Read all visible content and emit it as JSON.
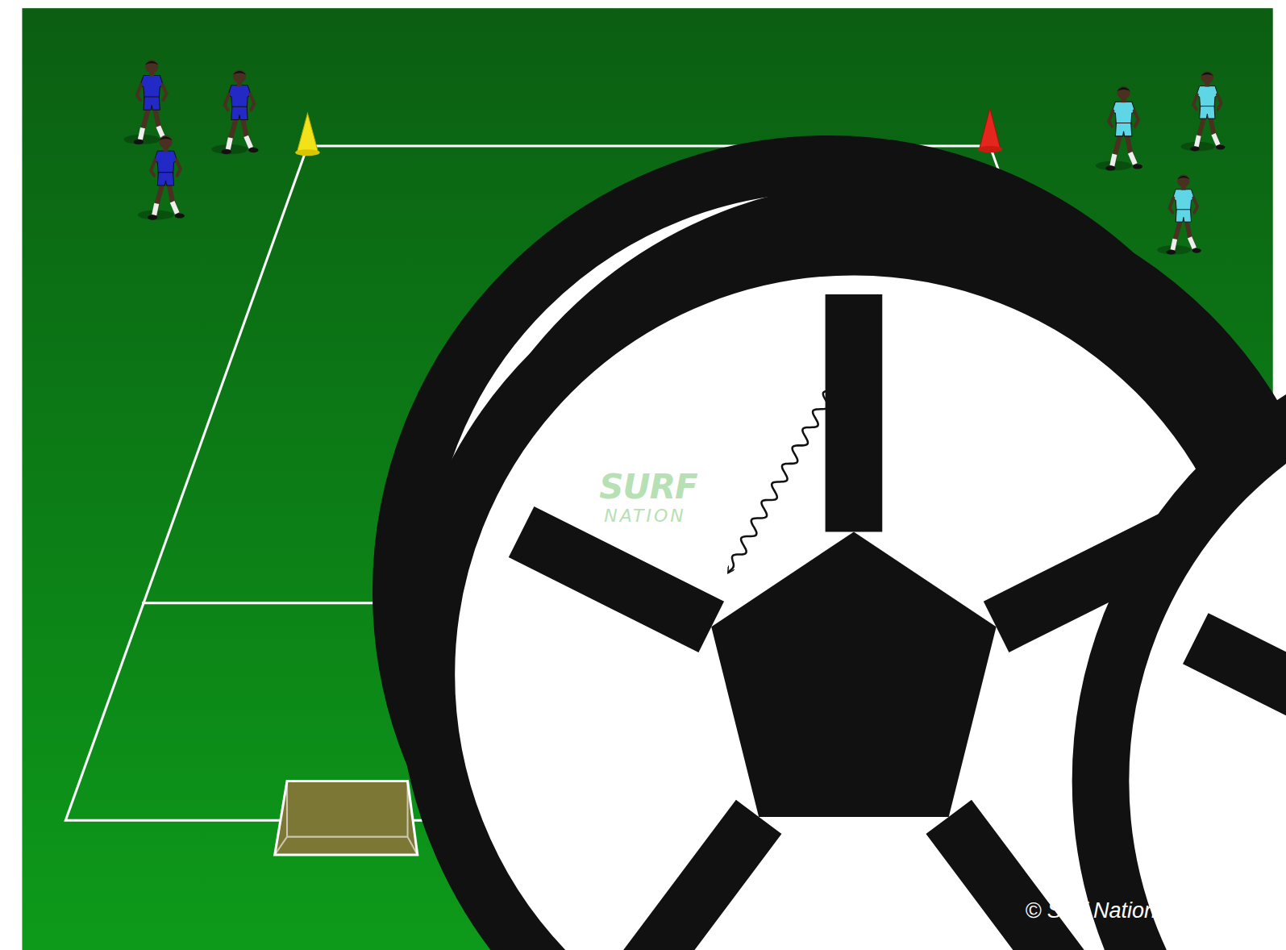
{
  "diagram": {
    "labels": [
      "SURF",
      "NATION",
      "© Surf Nation FC 2024"
    ]
  }
}
